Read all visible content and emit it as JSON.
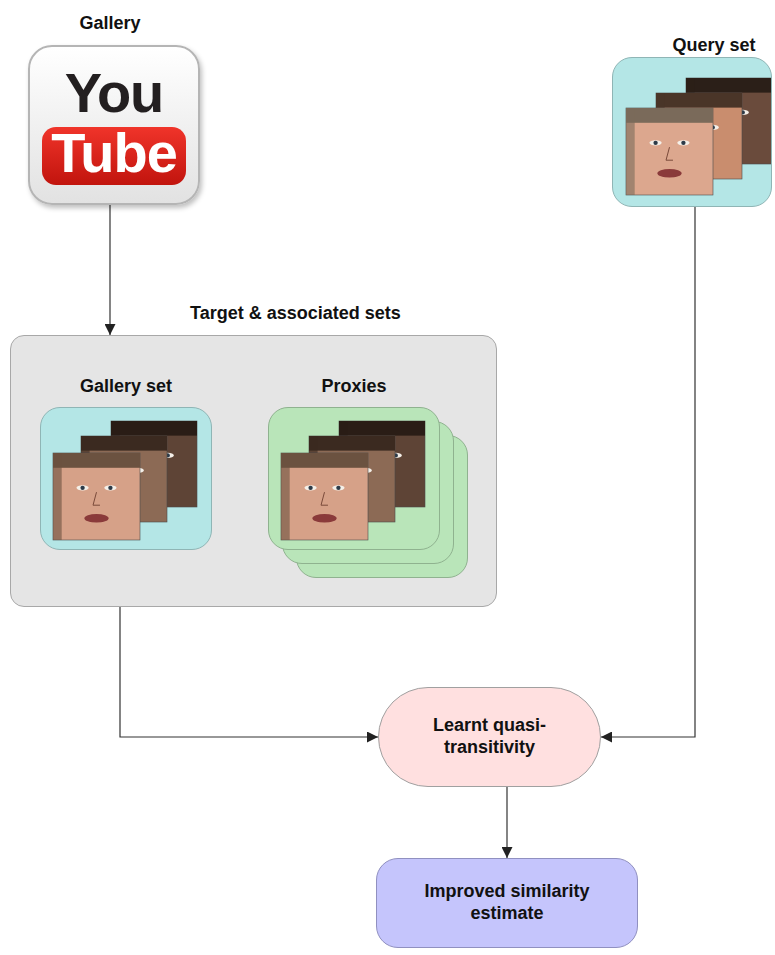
{
  "diagram": {
    "nodes": [
      {
        "text": [
          "Gallery",
          "You Tube"
        ]
      },
      {
        "text": [
          "Query set"
        ]
      },
      {
        "text": [
          "Target & associated sets"
        ]
      },
      {
        "text": [
          "Gallery set"
        ],
        "in": 2
      },
      {
        "text": [
          "Proxies"
        ],
        "in": 2
      },
      {
        "text": [
          "Learnt quasi-transitivity"
        ]
      },
      {
        "text": [
          "Improved similarity estimate"
        ]
      }
    ],
    "edges": [
      {
        "from": 0,
        "to": 2,
        "arrow": "to"
      },
      {
        "from": 3,
        "to": 5,
        "arrow": "to"
      },
      {
        "from": 1,
        "to": 5,
        "arrow": "to"
      },
      {
        "from": 5,
        "to": 6,
        "arrow": "to"
      }
    ]
  }
}
